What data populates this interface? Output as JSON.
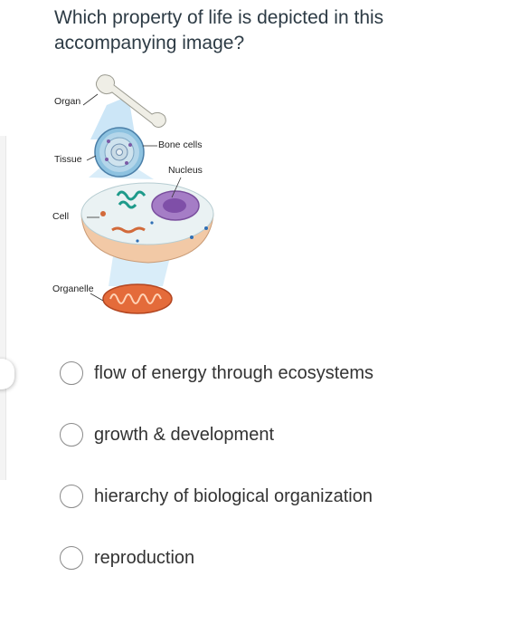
{
  "question": "Which property of life is depicted in this accompanying image?",
  "figure": {
    "labels": {
      "organ": "Organ",
      "tissue": "Tissue",
      "cell": "Cell",
      "organelle": "Organelle",
      "bone_cells": "Bone cells",
      "nucleus": "Nucleus"
    }
  },
  "options": [
    "flow of energy through ecosystems",
    "growth & development",
    "hierarchy of biological organization",
    "reproduction"
  ]
}
